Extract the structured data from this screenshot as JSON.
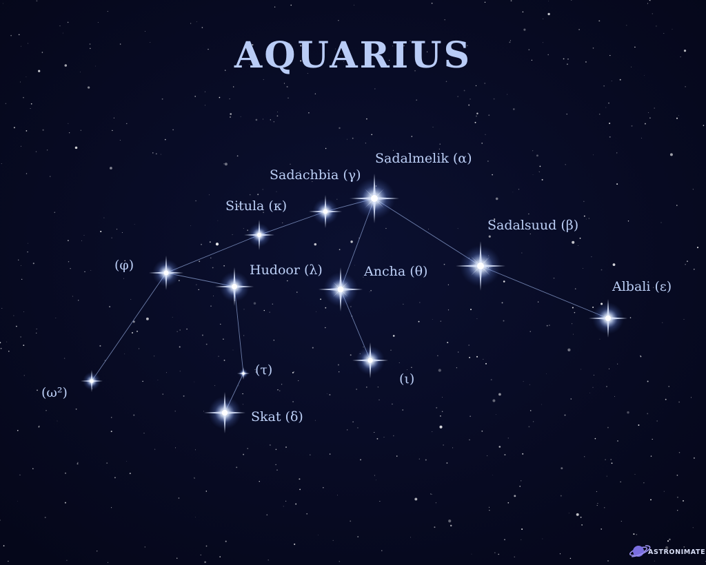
{
  "title": "AQUARIUS",
  "labels": {
    "sadalmelik": "Sadalmelik (α)",
    "sadachbia": "Sadachbia (γ)",
    "situla": "Situla (κ)",
    "phi": "(φ)",
    "hudoor": "Hudoor (λ)",
    "ancha": "Ancha (θ)",
    "sadalsuud": "Sadalsuud (β)",
    "albali": "Albali (ε)",
    "tau": "(τ)",
    "iota": "(ι)",
    "omega2": "(ω²)",
    "skat": "Skat (δ)"
  },
  "brand": "ASTRONIMATE",
  "colors": {
    "background": "#070a22",
    "text": "#bdd0f7",
    "lines": "#8fa4d6",
    "stars": "#e8f2ff",
    "logo": "#7a6ee0"
  },
  "icons": {
    "logo": "planet-icon"
  }
}
